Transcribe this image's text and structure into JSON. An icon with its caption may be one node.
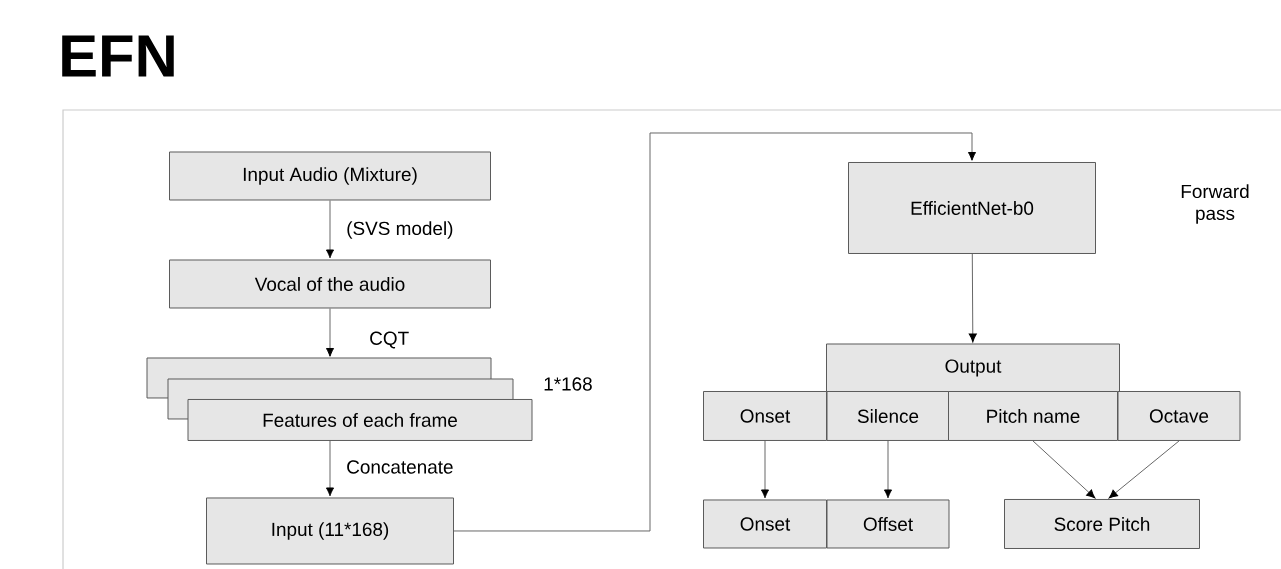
{
  "diagram": {
    "title": "EFN",
    "nodes": [
      {
        "text": [
          "Input Audio (Mixture)"
        ]
      },
      {
        "text": [
          "Vocal of the audio"
        ]
      },
      {
        "text": [
          "Features of each frame"
        ],
        "beside": [
          "1*168"
        ]
      },
      {
        "text": [
          "Input (11*168)"
        ]
      },
      {
        "text": [
          "EfficientNet-b0"
        ]
      },
      {
        "text": [
          "Output"
        ]
      },
      {
        "text": [
          "Onset"
        ]
      },
      {
        "text": [
          "Silence"
        ]
      },
      {
        "text": [
          "Pitch name"
        ]
      },
      {
        "text": [
          "Octave"
        ]
      },
      {
        "text": [
          "Onset"
        ]
      },
      {
        "text": [
          "Offset"
        ]
      },
      {
        "text": [
          "Score Pitch"
        ]
      }
    ],
    "edges": [
      {
        "from": 0,
        "to": 1,
        "arrow": "to",
        "label": "(SVS model)"
      },
      {
        "from": 1,
        "to": 2,
        "arrow": "to",
        "label": "CQT"
      },
      {
        "from": 2,
        "to": 3,
        "arrow": "to",
        "label": "Concatenate"
      },
      {
        "from": 3,
        "to": 4,
        "arrow": "to"
      },
      {
        "from": 4,
        "to": 5,
        "arrow": "to"
      },
      {
        "from": 6,
        "to": 10,
        "arrow": "to"
      },
      {
        "from": 7,
        "to": 11,
        "arrow": "to"
      },
      {
        "from": 8,
        "to": 12,
        "arrow": "to"
      },
      {
        "from": 9,
        "to": 12,
        "arrow": "to"
      }
    ],
    "labels": [
      "Forward pass"
    ]
  }
}
